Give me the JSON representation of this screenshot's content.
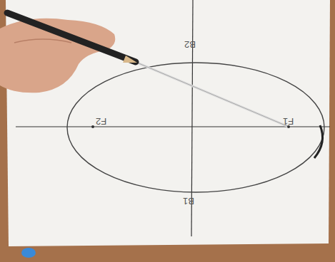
{
  "diagram": {
    "labels": [
      "B2",
      "B1",
      "F2",
      "F1"
    ]
  }
}
